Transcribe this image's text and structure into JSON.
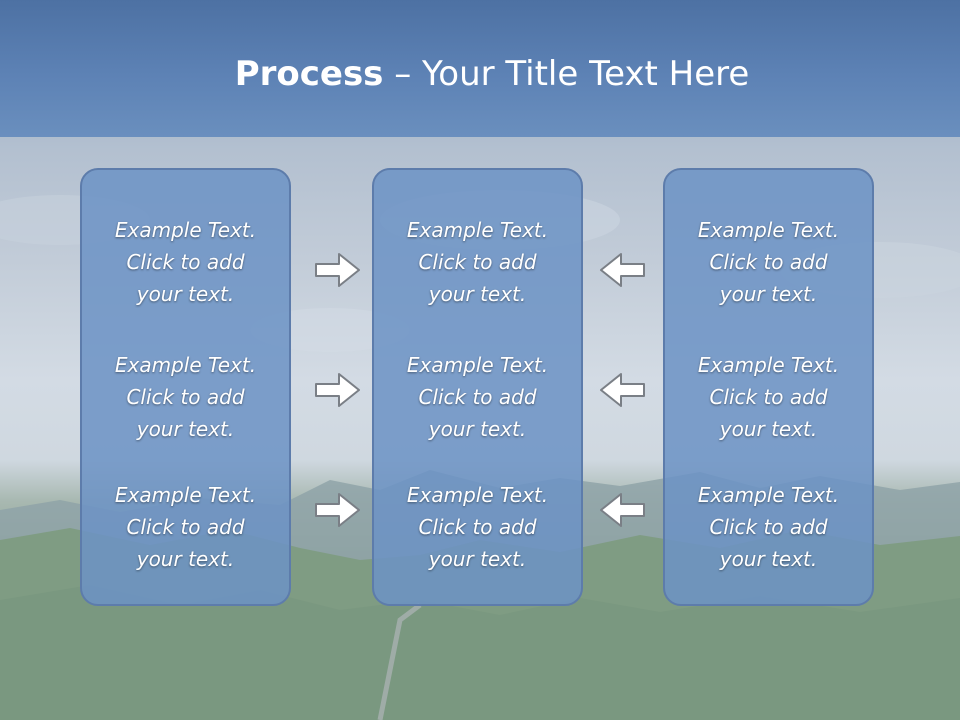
{
  "title": {
    "bold": "Process",
    "rest": " – Your Title Text Here"
  },
  "panels": [
    {
      "items": [
        "Example Text.\nClick  to add\nyour text.",
        "Example Text.\nClick  to add\nyour text.",
        "Example Text.\nClick  to add\nyour text."
      ]
    },
    {
      "items": [
        "Example Text.\nClick  to add\nyour text.",
        "Example Text.\nClick  to add\nyour text.",
        "Example Text.\nClick  to add\nyour text."
      ]
    },
    {
      "items": [
        "Example Text.\nClick  to add\nyour text.",
        "Example Text.\nClick  to add\nyour text.",
        "Example Text.\nClick  to add\nyour text."
      ]
    }
  ],
  "arrows": {
    "left_column": "right-arrow-icon",
    "right_column": "left-arrow-icon"
  },
  "colors": {
    "header": "#5d82b5",
    "panel_fill": "#6c93c5",
    "panel_border": "#5d7cab",
    "text": "#ffffff"
  }
}
